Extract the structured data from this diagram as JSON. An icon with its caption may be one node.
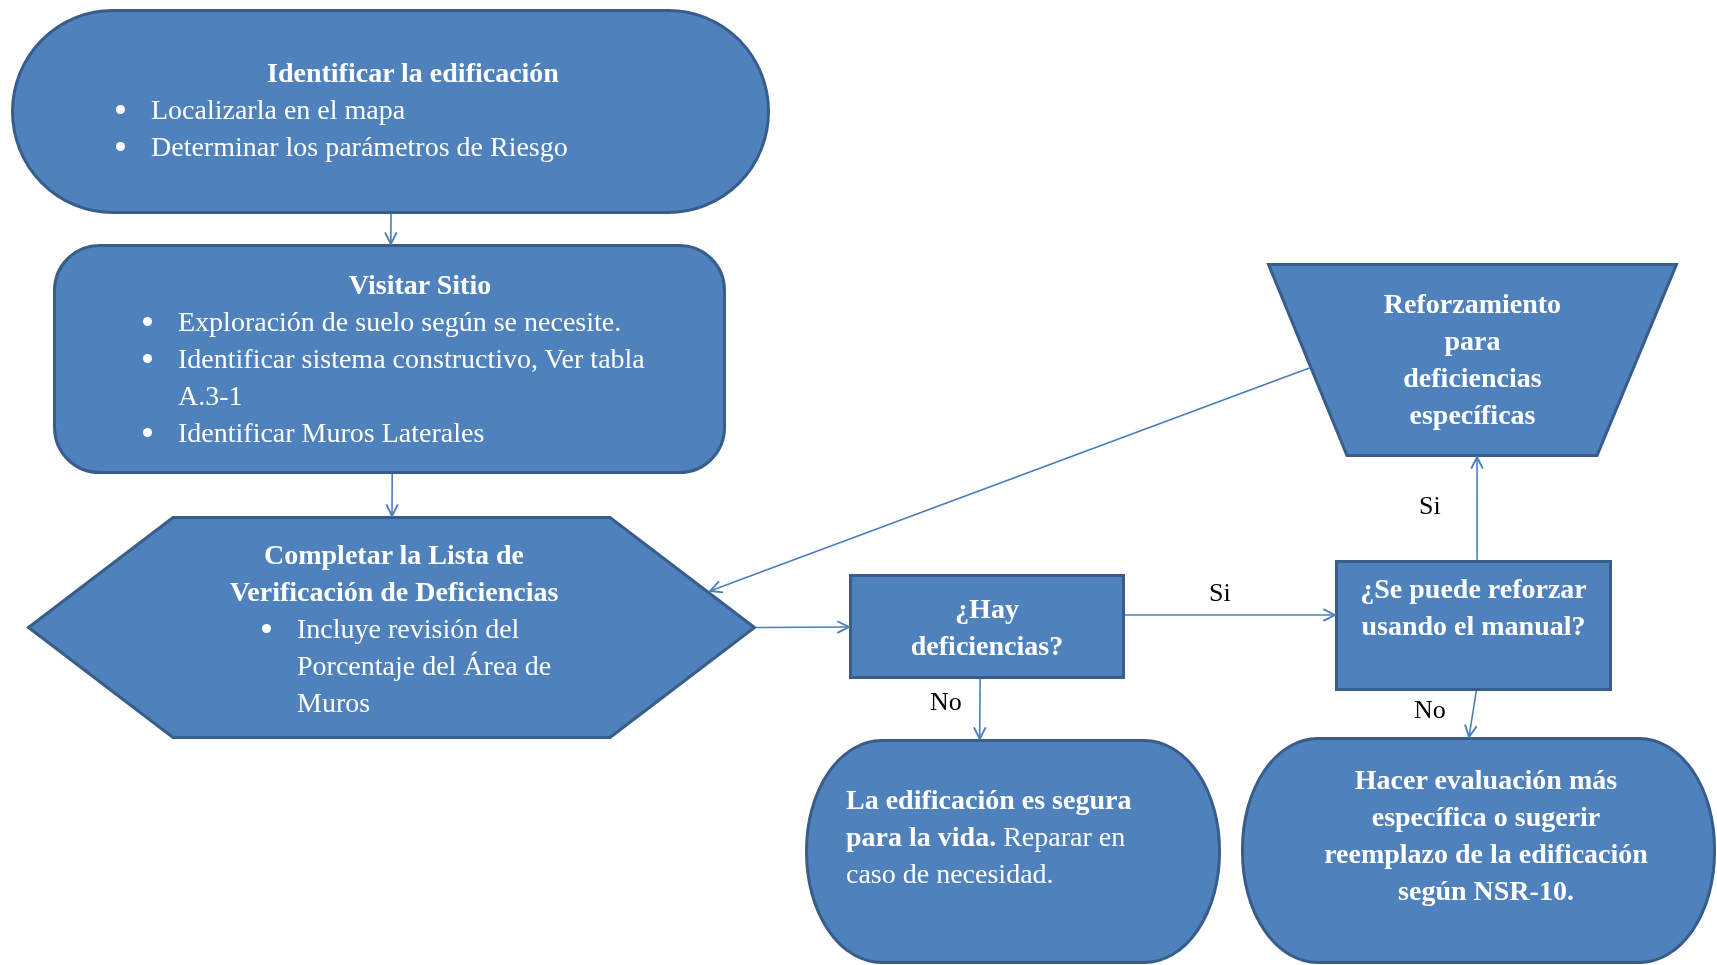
{
  "diagram": {
    "nodes": [
      {
        "text": [
          "Identificar la edificación",
          "Localizarla en el mapa",
          "Determinar los parámetros de Riesgo"
        ]
      },
      {
        "text": [
          "Visitar Sitio",
          "Exploración de suelo según se necesite.",
          "Identificar sistema constructivo, Ver tabla A.3-1",
          "Identificar Muros Laterales"
        ]
      },
      {
        "text": [
          "Completar la Lista de Verificación de Deficiencias",
          "Incluye revisión del Porcentaje del Área de Muros"
        ]
      },
      {
        "text": [
          "Reforzamiento para deficiencias específicas"
        ]
      },
      {
        "text": [
          "¿Hay deficiencias?"
        ]
      },
      {
        "text": [
          "**La edificación es segura para la vida.** Reparar en caso de necesidad."
        ]
      },
      {
        "text": [
          "¿Se puede reforzar usando el manual?"
        ]
      },
      {
        "text": [
          "Hacer evaluación más específica o sugerir reemplazo de la edificación según NSR-10."
        ]
      }
    ],
    "edges": [
      {
        "from": 0,
        "to": 1,
        "arrow": "to"
      },
      {
        "from": 1,
        "to": 2,
        "arrow": "to"
      },
      {
        "from": 2,
        "to": 4,
        "arrow": "to"
      },
      {
        "from": 4,
        "to": 6,
        "arrow": "to",
        "label": "Si"
      },
      {
        "from": 4,
        "to": 5,
        "arrow": "to",
        "label": "No"
      },
      {
        "from": 6,
        "to": 7,
        "arrow": "to",
        "label": "No"
      },
      {
        "from": 6,
        "to": 3,
        "arrow": "to",
        "label": "Si"
      },
      {
        "from": 3,
        "to": 2,
        "arrow": "to"
      }
    ]
  }
}
